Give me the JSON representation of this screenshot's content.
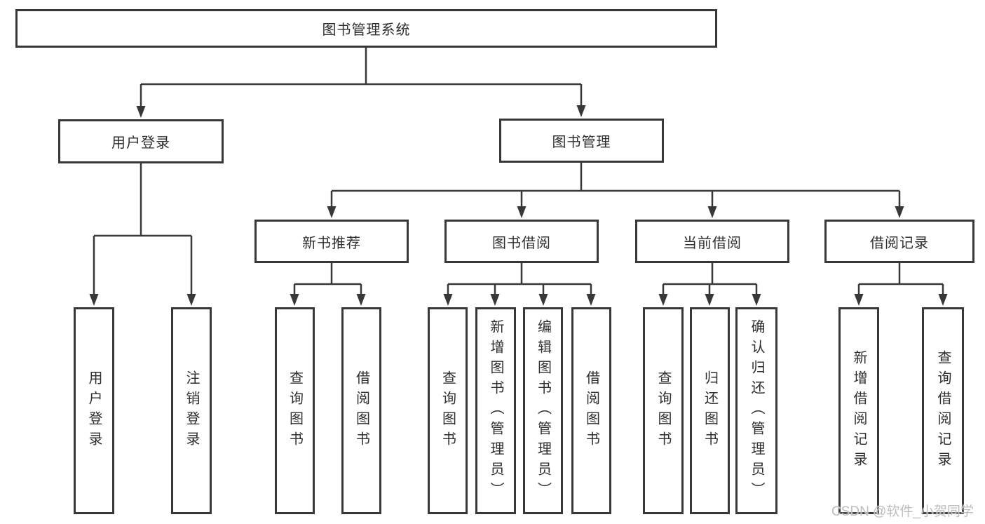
{
  "tree": {
    "root": {
      "label": "图书管理系统"
    },
    "branches": [
      {
        "label": "用户登录",
        "children": [
          {
            "label": "用户登录"
          },
          {
            "label": "注销登录"
          }
        ]
      },
      {
        "label": "图书管理",
        "children": [
          {
            "label": "新书推荐",
            "children": [
              {
                "label": "查询图书"
              },
              {
                "label": "借阅图书"
              }
            ]
          },
          {
            "label": "图书借阅",
            "children": [
              {
                "label": "查询图书"
              },
              {
                "label": "新增图书（管理员）"
              },
              {
                "label": "编辑图书（管理员）"
              },
              {
                "label": "借阅图书"
              }
            ]
          },
          {
            "label": "当前借阅",
            "children": [
              {
                "label": "查询图书"
              },
              {
                "label": "归还图书"
              },
              {
                "label": "确认归还（管理员）"
              }
            ]
          },
          {
            "label": "借阅记录",
            "children": [
              {
                "label": "新增借阅记录"
              },
              {
                "label": "查询借阅记录"
              }
            ]
          }
        ]
      }
    ]
  },
  "watermark": {
    "text": "CSDN @软件_小贺同学",
    "color": "#bdbdbd"
  },
  "colors": {
    "line": "#383838",
    "box_border": "#383838",
    "text": "#2e2e2e",
    "background": "#ffffff"
  }
}
